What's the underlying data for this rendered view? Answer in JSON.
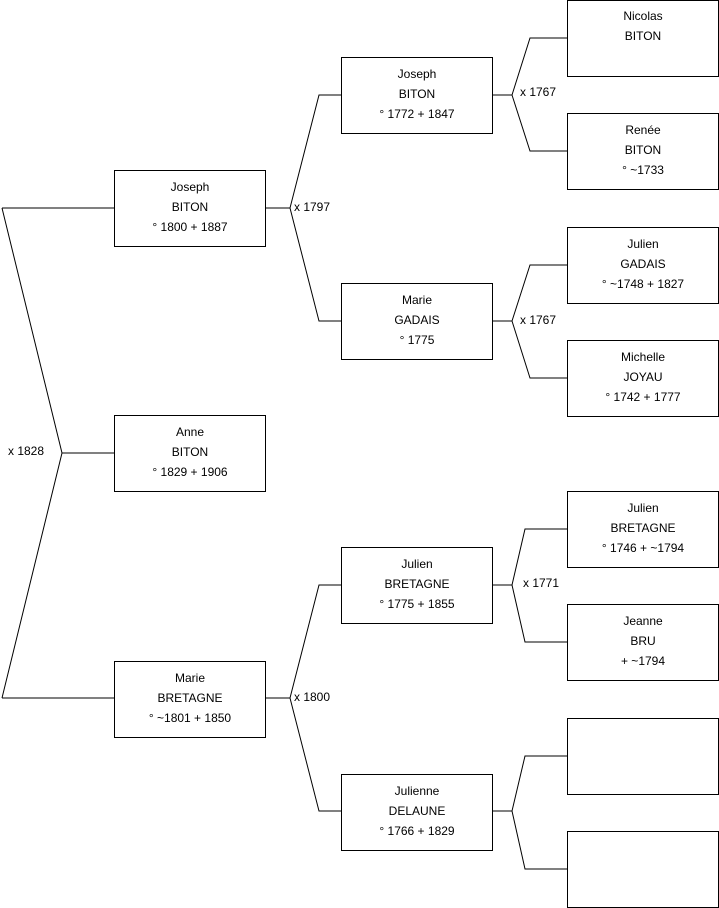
{
  "persons": {
    "anne": {
      "first": "Anne",
      "last": "BITON",
      "dates": "° 1829 + 1906"
    },
    "joseph1": {
      "first": "Joseph",
      "last": "BITON",
      "dates": "° 1800 + 1887"
    },
    "marie1": {
      "first": "Marie",
      "last": "BRETAGNE",
      "dates": "° ~1801 + 1850"
    },
    "joseph2": {
      "first": "Joseph",
      "last": "BITON",
      "dates": "° 1772 + 1847"
    },
    "marie2": {
      "first": "Marie",
      "last": "GADAIS",
      "dates": "° 1775"
    },
    "julien1": {
      "first": "Julien",
      "last": "BRETAGNE",
      "dates": "° 1775 + 1855"
    },
    "julienne": {
      "first": "Julienne",
      "last": "DELAUNE",
      "dates": "° 1766 + 1829"
    },
    "nicolas": {
      "first": "Nicolas",
      "last": "BITON",
      "dates": ""
    },
    "renee": {
      "first": "Renée",
      "last": "BITON",
      "dates": "° ~1733"
    },
    "julien2": {
      "first": "Julien",
      "last": "GADAIS",
      "dates": "° ~1748 + 1827"
    },
    "michelle": {
      "first": "Michelle",
      "last": "JOYAU",
      "dates": "° 1742 + 1777"
    },
    "julien3": {
      "first": "Julien",
      "last": "BRETAGNE",
      "dates": "° 1746 + ~1794"
    },
    "jeanne": {
      "first": "Jeanne",
      "last": "BRU",
      "dates": "+ ~1794"
    },
    "empty1": {
      "first": "",
      "last": "",
      "dates": ""
    },
    "empty2": {
      "first": "",
      "last": "",
      "dates": ""
    }
  },
  "marriages": {
    "m_root": "x 1828",
    "m_joseph1": "x 1797",
    "m_marie1": "x 1800",
    "m_joseph2": "x 1767",
    "m_marie2": "x 1767",
    "m_julien1": "x 1771"
  }
}
